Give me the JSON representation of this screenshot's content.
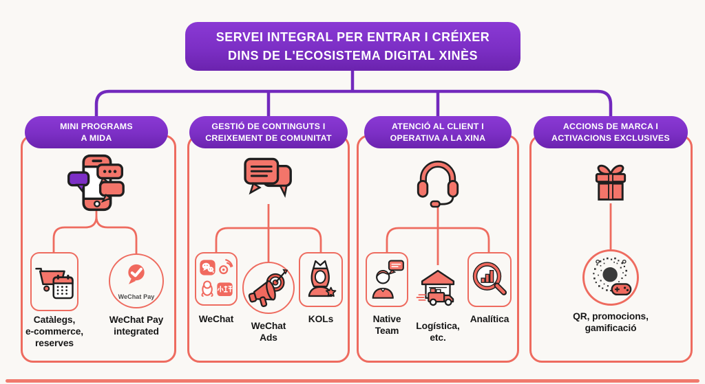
{
  "colors": {
    "background": "#FAF8F5",
    "purple": "#7C2FC5",
    "purple_dark": "#6B23AE",
    "coral": "#EE6B5F",
    "text": "#161616"
  },
  "header": {
    "title": "SERVEI INTEGRAL PER ENTRAR I CRÉIXER\nDINS DE L'ECOSISTEMA DIGITAL XINÈS"
  },
  "columns": [
    {
      "header": "MINI PROGRAMS\nA MIDA",
      "top_icon": "phone-chat-icon",
      "items": [
        {
          "icon": "cart-calendar-icon",
          "label": "Catàlegs,\ne-commerce,\nreserves"
        },
        {
          "icon": "wechat-pay-icon",
          "icon_caption": "WeChat Pay",
          "label": "WeChat Pay\nintegrated"
        }
      ]
    },
    {
      "header": "GESTIÓ DE CONTINGUTS I\nCREIXEMENT DE COMUNITAT",
      "top_icon": "chat-bubbles-icon",
      "items": [
        {
          "icon": "social-apps-icon",
          "label": "WeChat"
        },
        {
          "icon": "megaphone-target-icon",
          "label": "WeChat\nAds"
        },
        {
          "icon": "kol-crown-icon",
          "label": "KOLs"
        }
      ]
    },
    {
      "header": "ATENCIÓ AL CLIENT I\nOPERATIVA A LA XINA",
      "top_icon": "headset-icon",
      "items": [
        {
          "icon": "support-agent-icon",
          "label": "Native\nTeam"
        },
        {
          "icon": "logistics-truck-icon",
          "label": "Logística,\netc."
        },
        {
          "icon": "analytics-magnifier-icon",
          "label": "Analítica"
        }
      ]
    },
    {
      "header": "ACCIONS DE MARCA I\nACTIVACIONS EXCLUSIVES",
      "top_icon": "gift-icon",
      "items": [
        {
          "icon": "qr-gamification-icon",
          "label": "QR, promocions,\ngamificació"
        }
      ]
    }
  ]
}
